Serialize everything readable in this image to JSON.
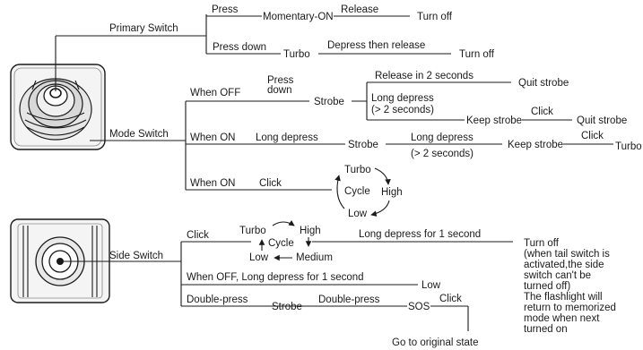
{
  "primary": {
    "label": "Primary Switch",
    "press": "Press",
    "momentary_on": "Momentary-ON",
    "release": "Release",
    "turn_off_1": "Turn off",
    "press_down": "Press down",
    "turbo": "Turbo",
    "depress_then_release": "Depress then release",
    "turn_off_2": "Turn off"
  },
  "mode": {
    "label": "Mode Switch",
    "when_off": "When OFF",
    "press_down_1": "Press",
    "press_down_2": "down",
    "strobe_1": "Strobe",
    "release_2s": "Release in 2 seconds",
    "quit_strobe_1": "Quit strobe",
    "long_depress_a1": "Long depress",
    "long_depress_a2": "(> 2 seconds)",
    "keep_strobe_1": "Keep strobe",
    "click_1": "Click",
    "quit_strobe_2": "Quit strobe",
    "when_on_1": "When ON",
    "long_depress_b": "Long depress",
    "strobe_2": "Strobe",
    "long_depress_c1": "Long depress",
    "long_depress_c2": "(> 2 seconds)",
    "keep_strobe_2": "Keep strobe",
    "click_2": "Click",
    "turbo_end": "Turbo",
    "when_on_2": "When ON",
    "click_3": "Click",
    "cycle": {
      "turbo": "Turbo",
      "cycle": "Cycle",
      "high": "High",
      "low": "Low"
    }
  },
  "side": {
    "label": "Side Switch",
    "click": "Click",
    "cycle": {
      "turbo": "Turbo",
      "high": "High",
      "cycle": "Cycle",
      "low": "Low",
      "medium": "Medium"
    },
    "long_depress_1s": "Long depress for 1 second",
    "turn_off": "Turn off",
    "note_lines": [
      "(when tail switch is",
      "activated,the side",
      "switch can't be",
      "turned off)",
      "The flashlight will",
      "return to memorized",
      "mode when next",
      "turned on"
    ],
    "when_off_long": "When OFF, Long depress for 1 second",
    "low": "Low",
    "double_press_1": "Double-press",
    "strobe": "Strobe",
    "double_press_2": "Double-press",
    "sos": "SOS",
    "click_sos": "Click",
    "go_original": "Go to original state"
  }
}
